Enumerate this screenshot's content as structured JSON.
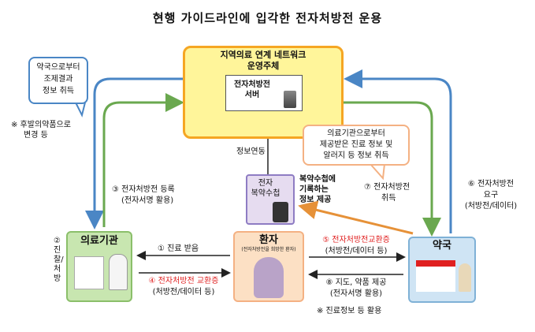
{
  "title": "현행 가이드라인에 입각한 전자처방전 운용",
  "network": {
    "title_line1": "지역의료 연계 네트워크",
    "title_line2": "운영주체",
    "server_line1": "전자처방전",
    "server_line2": "서버"
  },
  "bubble_left": {
    "line1": "약국으로부터",
    "line2": "조제결과",
    "line3": "정보 취득"
  },
  "note_generic": {
    "line1": "※ 후발의약품으로",
    "line2": "변경 등"
  },
  "bubble_right": {
    "line1": "의료기관으로부터",
    "line2": "제공받은 진료 정보 및",
    "line3": "알러지 등 정보 취득"
  },
  "info_link": "정보연동",
  "booklet": {
    "line1": "전자",
    "line2": "복약수첩"
  },
  "booklet_note": {
    "line1": "복약수첩에",
    "line2": "기록하는",
    "line3": "정보 제공"
  },
  "step3": {
    "line1": "③ 전자처방전 등록",
    "line2": "(전자서명 활용)"
  },
  "step7": {
    "line1": "⑦ 전자처방전",
    "line2": "취득"
  },
  "step6": {
    "line1": "⑥ 전자처방전",
    "line2": "요구",
    "line3": "(처방전/데이터)"
  },
  "step2": "②진찰/처방",
  "hospital": {
    "label": "의료기관"
  },
  "patient": {
    "label": "환자",
    "sub": "(전자처방전을 희망한 환자)"
  },
  "pharmacy": {
    "label": "약국"
  },
  "step1": "① 진료 받음",
  "step4": {
    "line1": "④ 전자처방전 교환증",
    "line2": "(처방전/데이터 등)"
  },
  "step5": {
    "line1": "⑤ 전자처방전교환증",
    "line2": "(처방전/데이터 등)"
  },
  "step8": {
    "line1": "⑧ 지도, 약품 제공",
    "line2": "(전자서명 활용)"
  },
  "note_bottom": "※ 진료정보 등 활용",
  "colors": {
    "blue_arrow": "#4a86c5",
    "green_arrow": "#6aa84f",
    "orange_arrow": "#e69138",
    "red_text": "#e02020"
  }
}
